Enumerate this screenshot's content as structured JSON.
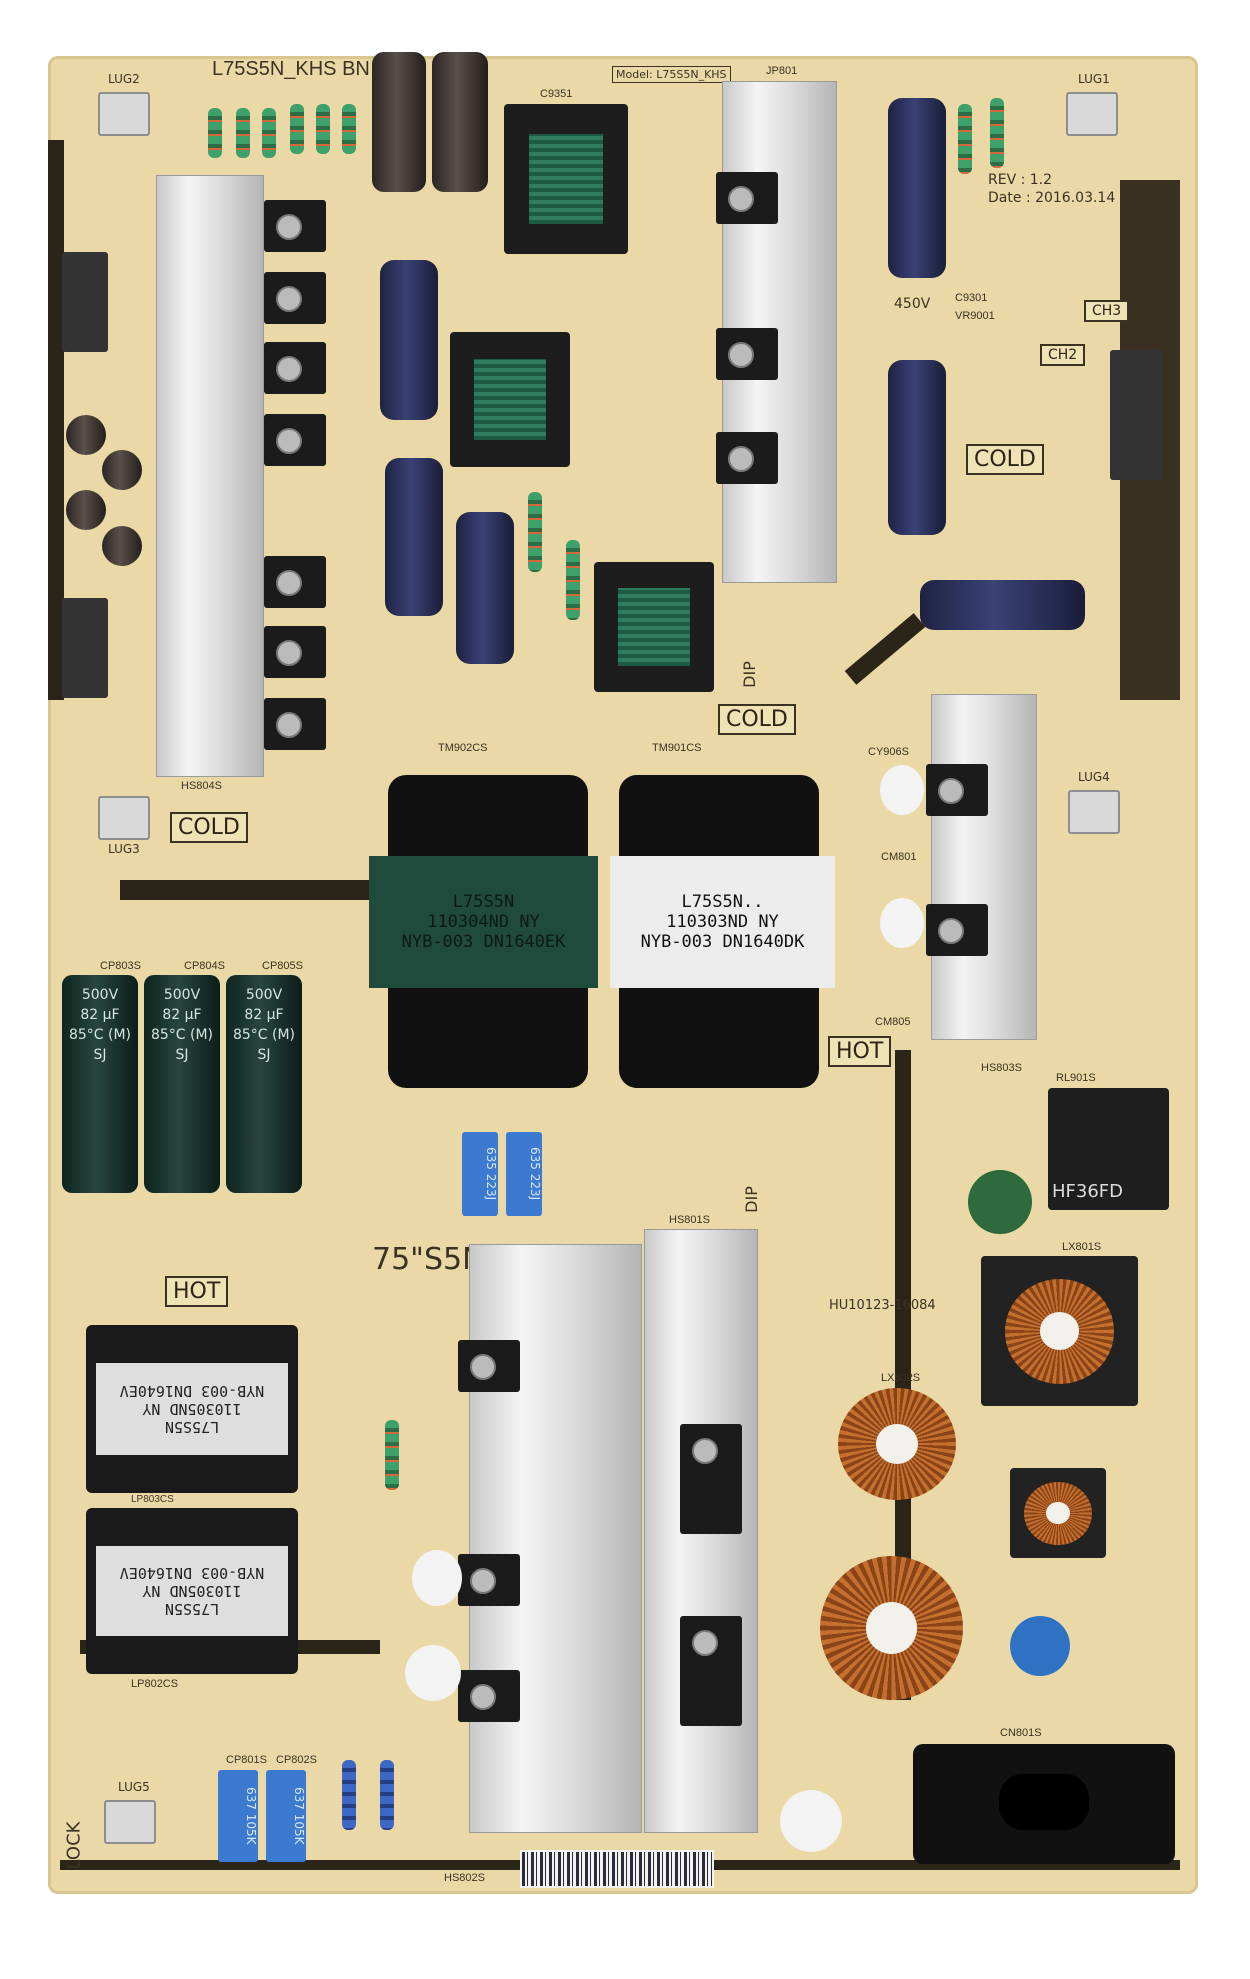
{
  "board": {
    "model_silk": "L75S5N_KHS BN",
    "model_tag": "Model: L75S5N_KHS",
    "rev": "REV : 1.2",
    "date": "Date : 2016.03.14",
    "voltage_mark": "450V",
    "size_mark": "75\"S5N",
    "cert_code": "HU10123-16084",
    "zone_labels": [
      "COLD",
      "COLD",
      "COLD",
      "HOT",
      "HOT"
    ],
    "channel_labels": [
      "CH2",
      "CH3"
    ],
    "dip_labels": [
      "DIP",
      "DIP"
    ],
    "lock_label": "LOCK",
    "lug_labels": [
      "LUG2",
      "LUG1",
      "LUG3",
      "LUG4",
      "LUG5"
    ]
  },
  "main_transformers": [
    {
      "lines": [
        "L75S5N",
        "110304ND NY",
        "NYB-003 DN1640EK"
      ],
      "label_color": "#1f4a3c"
    },
    {
      "lines": [
        "L75S5N..",
        "110303ND NY",
        "NYB-003 DN1640DK"
      ],
      "label_color": "#ececec"
    }
  ],
  "standby_transformers": [
    {
      "lines": [
        "L75S5N",
        "110305ND NY",
        "NYB-003 DN1640EV"
      ]
    },
    {
      "lines": [
        "L75S5N",
        "110305ND NY",
        "NYB-003 DN1640EV"
      ]
    }
  ],
  "bulk_capacitors": [
    {
      "lines": [
        "500V",
        "82 µF",
        "85°C (M)",
        "SJ"
      ]
    },
    {
      "lines": [
        "500V",
        "82 µF",
        "85°C (M)",
        "SJ"
      ]
    },
    {
      "lines": [
        "500V",
        "82 µF",
        "85°C (M)",
        "SJ"
      ]
    }
  ],
  "film_capacitors": [
    "635 223J",
    "635 223J",
    "637 105K",
    "637 105K"
  ],
  "relay": {
    "label": "HF36FD"
  },
  "silkscreen_refs": [
    "CP803S",
    "CP804S",
    "CP805S",
    "TM902CS",
    "TM901CS",
    "HS804S",
    "HS803S",
    "HS801S",
    "HS802S",
    "LX802S",
    "LX801S",
    "RL901S",
    "CN801S",
    "C9351",
    "JP801",
    "C9301",
    "VR9001",
    "CM805",
    "CM801",
    "CY906S",
    "CP801S",
    "CP802S",
    "LP803CS",
    "LP802CS"
  ]
}
